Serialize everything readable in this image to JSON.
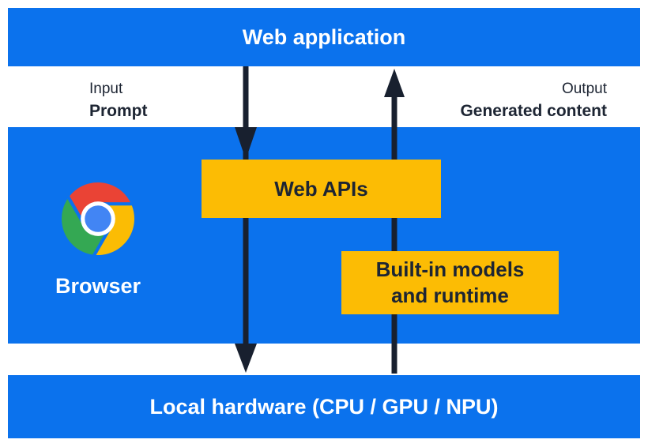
{
  "colors": {
    "page-bg": "#ffffff",
    "blue": "#0b72ed",
    "yellow": "#fcbc04",
    "ink": "#1d2533",
    "arrow-ink": "#18202f",
    "white-text": "#ffffff",
    "chrome-red": "#ea4335",
    "chrome-yellow": "#fbbc04",
    "chrome-green": "#34a853",
    "chrome-blue": "#4285f4"
  },
  "layers": {
    "web_application": {
      "label": "Web application"
    },
    "io_labels": {
      "input_title": "Input",
      "input_value": "Prompt",
      "output_title": "Output",
      "output_value": "Generated content"
    },
    "browser": {
      "label": "Browser",
      "web_apis_label": "Web APIs",
      "builtin_models_line1": "Built-in models",
      "builtin_models_line2": "and runtime"
    },
    "local_hardware": {
      "label": "Local hardware (CPU / GPU / NPU)"
    }
  },
  "arrows": {
    "down_arrow_meaning": "Input / Prompt flows from Web application through Web APIs to Local hardware",
    "up_arrow_meaning": "Output / Generated content flows from Local hardware through Built-in models and runtime to Web application"
  }
}
